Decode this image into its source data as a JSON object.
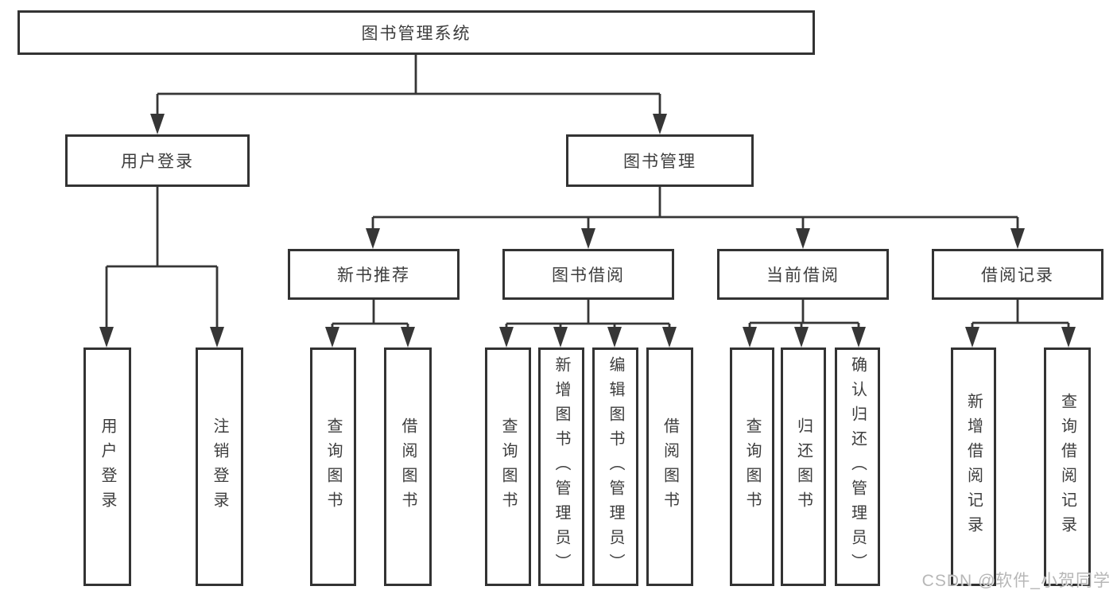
{
  "diagram": {
    "root": {
      "label": "图书管理系统"
    },
    "children": [
      {
        "label": "用户登录",
        "children": [
          {
            "label": "用户登录"
          },
          {
            "label": "注销登录"
          }
        ]
      },
      {
        "label": "图书管理",
        "children": [
          {
            "label": "新书推荐",
            "children": [
              {
                "label": "查询图书"
              },
              {
                "label": "借阅图书"
              }
            ]
          },
          {
            "label": "图书借阅",
            "children": [
              {
                "label": "查询图书"
              },
              {
                "label": "新增图书（管理员）"
              },
              {
                "label": "编辑图书（管理员）"
              },
              {
                "label": "借阅图书"
              }
            ]
          },
          {
            "label": "当前借阅",
            "children": [
              {
                "label": "查询图书"
              },
              {
                "label": "归还图书"
              },
              {
                "label": "确认归还（管理员）"
              }
            ]
          },
          {
            "label": "借阅记录",
            "children": [
              {
                "label": "新增借阅记录"
              },
              {
                "label": "查询借阅记录"
              }
            ]
          }
        ]
      }
    ]
  },
  "watermark": {
    "text": "CSDN @软件_小贺同学"
  },
  "colors": {
    "line": "#363636",
    "border": "#333333",
    "text": "#3d3d3d",
    "background": "#ffffff",
    "watermark": "#aaaaaa"
  }
}
